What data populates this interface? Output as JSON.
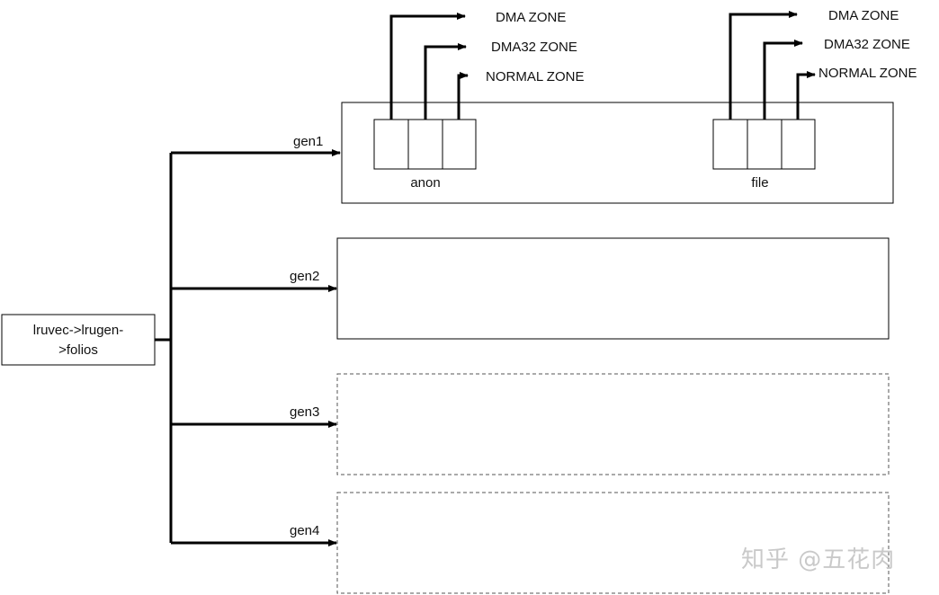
{
  "root": {
    "line1": "lruvec->lrugen-",
    "line2": ">folios"
  },
  "generations": [
    {
      "label": "gen1",
      "style": "solid"
    },
    {
      "label": "gen2",
      "style": "solid"
    },
    {
      "label": "gen3",
      "style": "dashed"
    },
    {
      "label": "gen4",
      "style": "dashed"
    }
  ],
  "groups": [
    {
      "label": "anon",
      "zones": [
        "DMA ZONE",
        "DMA32 ZONE",
        "NORMAL ZONE"
      ]
    },
    {
      "label": "file",
      "zones": [
        "DMA ZONE",
        "DMA32 ZONE",
        "NORMAL ZONE"
      ]
    }
  ],
  "watermark": "知乎 @五花肉",
  "colors": {
    "line": "#000000",
    "dashed_border": "#555555",
    "watermark": "#c9c9c9"
  }
}
